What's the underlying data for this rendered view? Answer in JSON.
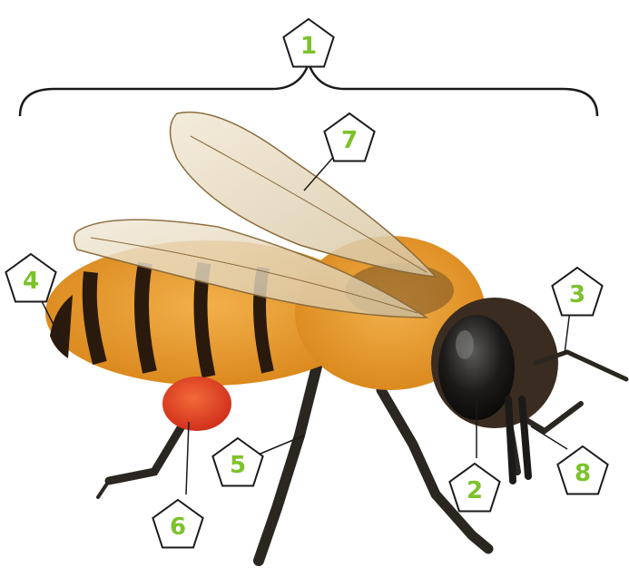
{
  "colors": {
    "label_text": "#7cc22a",
    "label_stroke": "#1a1a1a",
    "bracket": "#1a1a1a",
    "body_orange": "#d68a1c",
    "fur": "#e8a23c",
    "stripe": "#2a1a0e",
    "eye": "#1c1a18",
    "pollen": "#e6421e",
    "wing": "#e8ddc8",
    "leg": "#2a2620"
  },
  "labels": [
    {
      "id": "1",
      "text": "1"
    },
    {
      "id": "2",
      "text": "2"
    },
    {
      "id": "3",
      "text": "3"
    },
    {
      "id": "4",
      "text": "4"
    },
    {
      "id": "5",
      "text": "5"
    },
    {
      "id": "6",
      "text": "6"
    },
    {
      "id": "7",
      "text": "7"
    },
    {
      "id": "8",
      "text": "8"
    }
  ]
}
